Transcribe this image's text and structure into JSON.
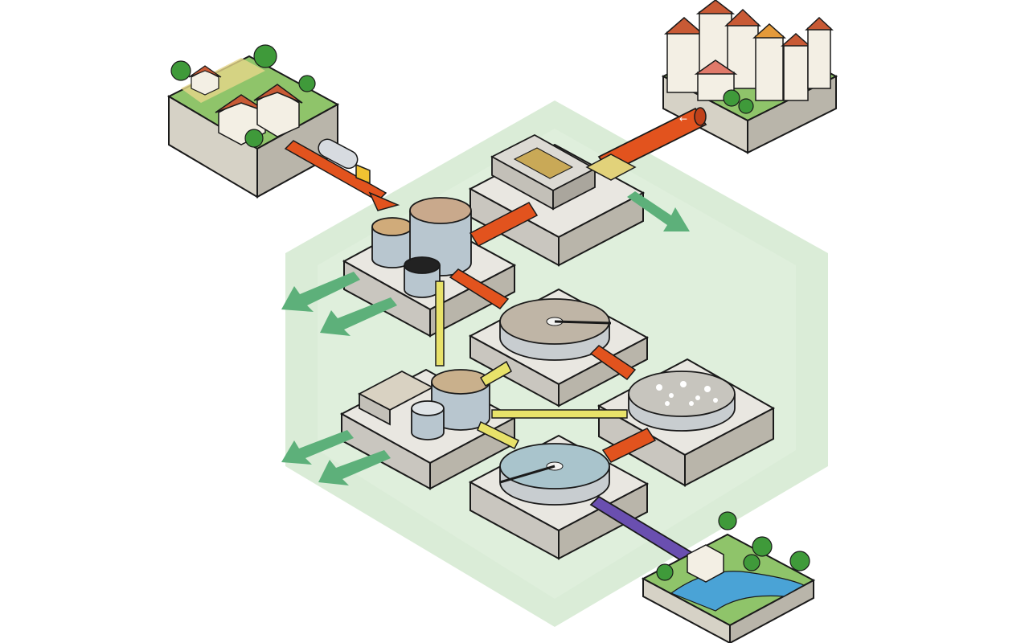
{
  "diagram": {
    "colors": {
      "background": "#ffffff",
      "zone_fill": "#cfe8cc",
      "platform_top": "#e9e7e1",
      "platform_side": "#c9c6bf",
      "outline": "#1a1a1a",
      "pipe_raw": "#e2531e",
      "pipe_sludge": "#e8e26a",
      "pipe_treated": "#6a4fb0",
      "arrow_out": "#5db07a",
      "tank_metal": "#b8c6cf",
      "water": "#4aa3d6",
      "tree": "#3f9a3a",
      "roof": "#c85a35"
    },
    "nodes": [
      {
        "id": "farm",
        "kind": "rural-source",
        "icon": "farmhouse-icon"
      },
      {
        "id": "town",
        "kind": "urban-source",
        "icon": "town-buildings-icon"
      },
      {
        "id": "truck",
        "kind": "septic-truck",
        "icon": "tanker-truck-icon"
      },
      {
        "id": "screening",
        "kind": "pretreatment",
        "icon": "bar-screen-icon"
      },
      {
        "id": "sludge-silos",
        "kind": "sludge-storage",
        "icon": "silo-tanks-icon"
      },
      {
        "id": "primary-clarifier",
        "kind": "clarifier",
        "icon": "round-clarifier-icon"
      },
      {
        "id": "aeration",
        "kind": "biological-tank",
        "icon": "aeration-tank-icon"
      },
      {
        "id": "secondary-clarifier",
        "kind": "clarifier",
        "icon": "round-clarifier-icon"
      },
      {
        "id": "sludge-treatment",
        "kind": "sludge-digestion",
        "icon": "digester-icon"
      },
      {
        "id": "river",
        "kind": "outfall",
        "icon": "river-outfall-icon"
      }
    ]
  }
}
